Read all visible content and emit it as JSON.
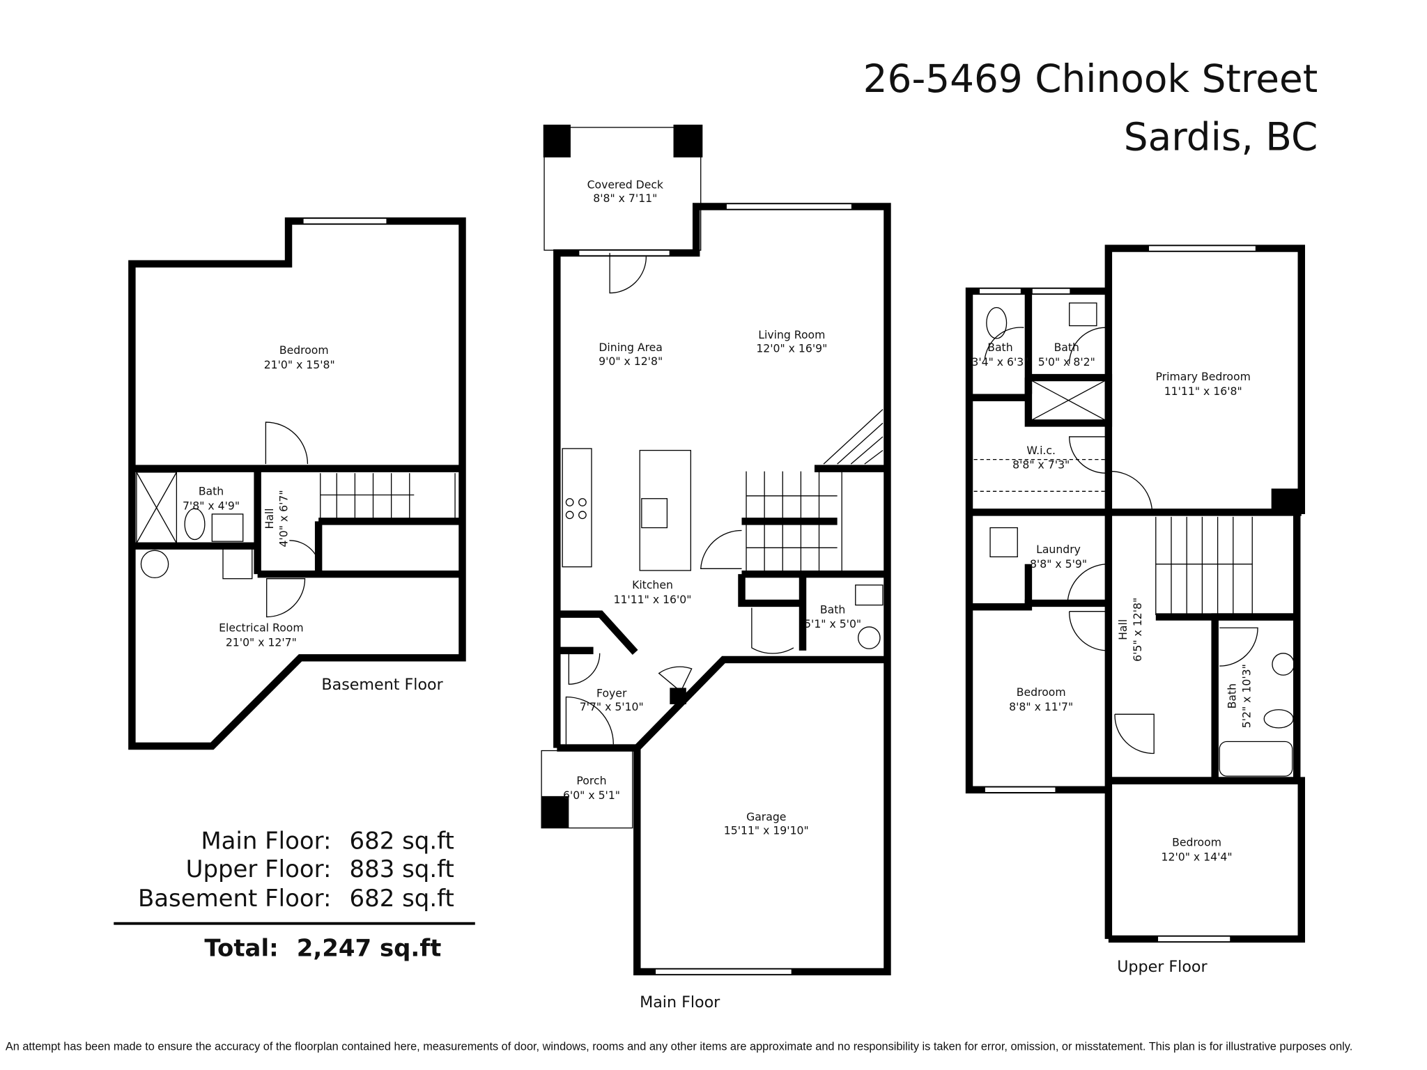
{
  "header": {
    "address_line1": "26-5469 Chinook Street",
    "address_line2": "Sardis, BC"
  },
  "floors": {
    "basement": {
      "label": "Basement Floor",
      "rooms": [
        {
          "name": "Bedroom",
          "size": "21'0\" x 15'8\""
        },
        {
          "name": "Bath",
          "size": "7'8\" x 4'9\""
        },
        {
          "name": "Hall",
          "size": "4'0\" x 6'7\""
        },
        {
          "name": "Electrical Room",
          "size": "21'0\" x 12'7\""
        }
      ]
    },
    "main": {
      "label": "Main Floor",
      "rooms": [
        {
          "name": "Covered Deck",
          "size": "8'8\" x 7'11\""
        },
        {
          "name": "Dining Area",
          "size": "9'0\" x 12'8\""
        },
        {
          "name": "Living Room",
          "size": "12'0\" x 16'9\""
        },
        {
          "name": "Kitchen",
          "size": "11'11\" x 16'0\""
        },
        {
          "name": "Bath",
          "size": "5'1\" x 5'0\""
        },
        {
          "name": "Foyer",
          "size": "7'7\" x 5'10\""
        },
        {
          "name": "Porch",
          "size": "6'0\" x 5'1\""
        },
        {
          "name": "Garage",
          "size": "15'11\" x 19'10\""
        }
      ]
    },
    "upper": {
      "label": "Upper Floor",
      "rooms": [
        {
          "name": "Bath",
          "size": "3'4\" x 6'3\""
        },
        {
          "name": "Bath",
          "size": "5'0\" x 8'2\""
        },
        {
          "name": "Primary Bedroom",
          "size": "11'11\" x 16'8\""
        },
        {
          "name": "W.i.c.",
          "size": "8'8\" x 7'3\""
        },
        {
          "name": "Laundry",
          "size": "8'8\" x 5'9\""
        },
        {
          "name": "Hall",
          "size": "6'5\" x 12'8\""
        },
        {
          "name": "Bedroom",
          "size": "8'8\" x 11'7\""
        },
        {
          "name": "Bath",
          "size": "5'2\" x 10'3\""
        },
        {
          "name": "Bedroom",
          "size": "12'0\" x 14'4\""
        }
      ]
    }
  },
  "areas": [
    {
      "label": "Main Floor:",
      "value": "682 sq.ft"
    },
    {
      "label": "Upper Floor:",
      "value": "883 sq.ft"
    },
    {
      "label": "Basement Floor:",
      "value": "682 sq.ft"
    }
  ],
  "total": {
    "label": "Total:",
    "value": "2,247 sq.ft"
  },
  "disclaimer": "An attempt has been made to ensure the accuracy of the floorplan contained here, measurements of door, windows, rooms and any other items are approximate and no responsibility is taken for error, omission, or misstatement. This plan is for illustrative purposes only."
}
